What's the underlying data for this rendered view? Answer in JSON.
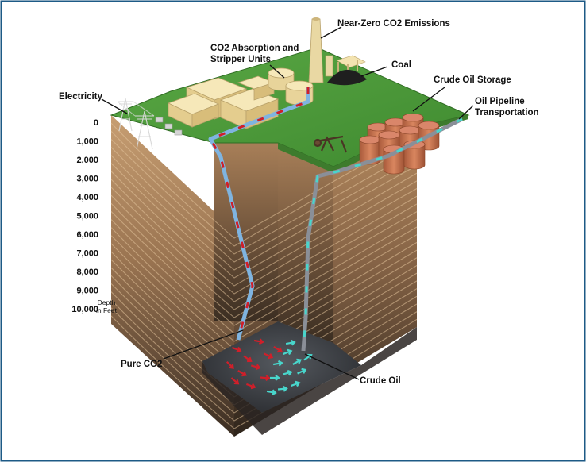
{
  "labels": {
    "electricity": "Electricity",
    "co2_absorption_line1": "CO2 Absorption and",
    "co2_absorption_line2": "Stripper Units",
    "emissions": "Near-Zero CO2 Emissions",
    "coal": "Coal",
    "crude_oil_storage": "Crude Oil Storage",
    "oil_pipeline_line1": "Oil Pipeline",
    "oil_pipeline_line2": "Transportation",
    "pure_co2": "Pure CO2",
    "crude_oil": "Crude Oil"
  },
  "depth_ticks": [
    "0",
    "1,000",
    "2,000",
    "3,000",
    "4,000",
    "5,000",
    "6,000",
    "7,000",
    "8,000",
    "9,000",
    "10,000"
  ],
  "depth_unit_line1": "Depth",
  "depth_unit_line2": "in Feet",
  "colors": {
    "frame": "#1d5a86",
    "ground_top": "#4f9a3a",
    "co2_pipe": "#8fc0e8",
    "co2_flow": "#d01f2a",
    "oil_pipe": "#8a8f98",
    "oil_flow": "#48d6cc",
    "reservoir": "#3a3d42",
    "tanks": "#c87552",
    "buildings": "#eedda6"
  }
}
